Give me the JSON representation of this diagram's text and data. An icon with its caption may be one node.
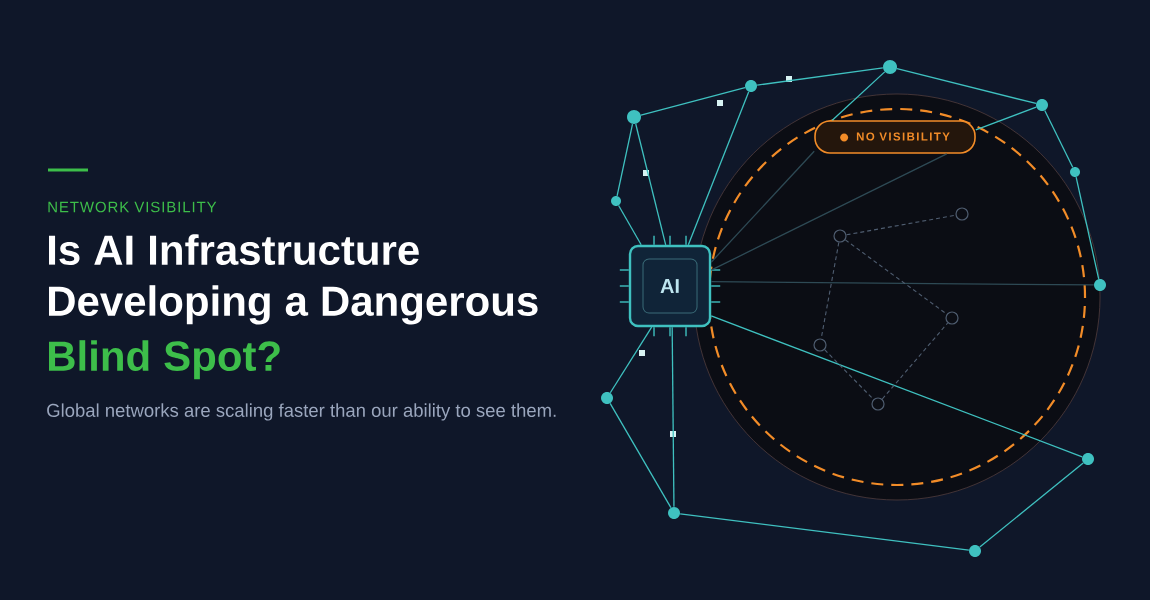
{
  "diagram": {
    "title": "Is AI Infrastructure Developing a Dangerous",
    "caption": "Global networks are scaling faster than our ability to see them.",
    "labels": [
      "NETWORK VISIBILITY",
      "Blind Spot?"
    ],
    "nodes": [
      {
        "text": [
          "AI"
        ]
      },
      {
        "text": [
          "NO VISIBILITY"
        ]
      },
      {
        "text": [],
        "shape": "circle"
      },
      {
        "text": [],
        "shape": "circle"
      },
      {
        "text": [],
        "shape": "circle"
      },
      {
        "text": [],
        "shape": "circle"
      },
      {
        "text": [],
        "shape": "circle"
      },
      {
        "text": [],
        "shape": "circle"
      },
      {
        "text": [],
        "shape": "circle"
      },
      {
        "text": [],
        "shape": "circle"
      },
      {
        "text": [],
        "shape": "circle"
      },
      {
        "text": [],
        "shape": "circle"
      },
      {
        "text": [],
        "shape": "circle"
      },
      {
        "text": [],
        "shape": "circle"
      },
      {
        "text": [],
        "shape": "circle"
      },
      {
        "text": [],
        "shape": "circle"
      },
      {
        "text": [],
        "shape": "circle"
      },
      {
        "text": [],
        "shape": "circle"
      }
    ],
    "edges": [
      {
        "from": 4,
        "to": 3,
        "arrow": "none"
      },
      {
        "from": 4,
        "to": 6,
        "arrow": "none"
      },
      {
        "from": 6,
        "to": 7,
        "arrow": "none"
      },
      {
        "from": 7,
        "to": 9,
        "arrow": "none"
      },
      {
        "from": 9,
        "to": 10,
        "arrow": "none"
      },
      {
        "from": 10,
        "to": 12,
        "arrow": "none"
      },
      {
        "from": 3,
        "to": 0,
        "arrow": "none"
      },
      {
        "from": 4,
        "to": 0,
        "arrow": "none"
      },
      {
        "from": 6,
        "to": 0,
        "arrow": "none"
      },
      {
        "from": 7,
        "to": 1,
        "arrow": "none"
      },
      {
        "from": 1,
        "to": 0,
        "arrow": "none",
        "color": "#2e4a55"
      },
      {
        "from": 9,
        "to": 1,
        "arrow": "none"
      },
      {
        "from": 1,
        "to": 0,
        "arrow": "none",
        "color": "#2e4a55"
      },
      {
        "from": 0,
        "to": 12,
        "arrow": "none",
        "color": "#2e4a55"
      },
      {
        "from": 0,
        "to": 11,
        "arrow": "none"
      },
      {
        "from": 2,
        "to": 0,
        "arrow": "none"
      },
      {
        "from": 5,
        "to": 0,
        "arrow": "none"
      },
      {
        "from": 2,
        "to": 5,
        "arrow": "none"
      },
      {
        "from": 5,
        "to": 8,
        "arrow": "none"
      },
      {
        "from": 8,
        "to": 11,
        "arrow": "none"
      },
      {
        "from": 14,
        "to": 17,
        "arrow": "none",
        "style": "dashed",
        "color": "#4f5d70"
      },
      {
        "from": 14,
        "to": 13,
        "arrow": "none",
        "style": "dashed",
        "color": "#4f5d70"
      },
      {
        "from": 14,
        "to": 16,
        "arrow": "none",
        "style": "dashed",
        "color": "#4f5d70"
      },
      {
        "from": 13,
        "to": 15,
        "arrow": "none",
        "style": "dashed",
        "color": "#4f5d70"
      },
      {
        "from": 15,
        "to": 16,
        "arrow": "none",
        "style": "dashed",
        "color": "#4f5d70"
      }
    ]
  }
}
